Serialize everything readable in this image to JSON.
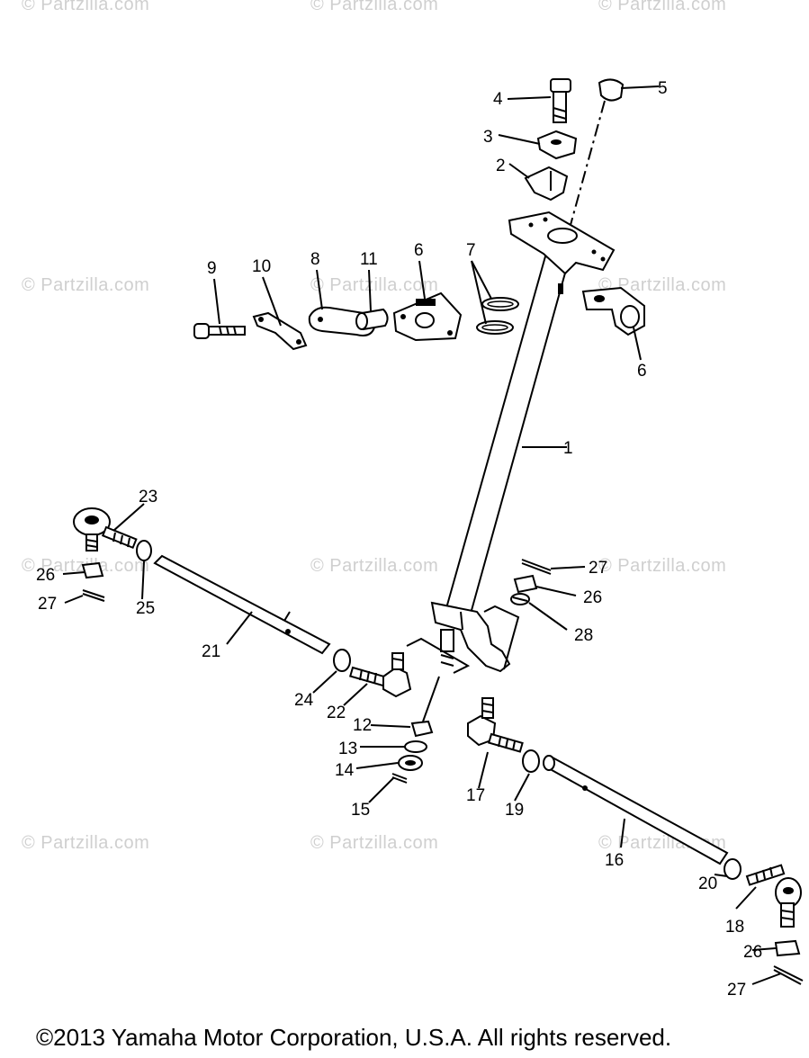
{
  "watermark_text": "© Partzilla.com",
  "copyright": "©2013  Yamaha Motor Corporation, U.S.A. All rights reserved.",
  "callouts": [
    "1",
    "2",
    "3",
    "4",
    "5",
    "6",
    "6",
    "7",
    "8",
    "9",
    "10",
    "11",
    "12",
    "13",
    "14",
    "15",
    "16",
    "17",
    "18",
    "19",
    "20",
    "21",
    "22",
    "23",
    "24",
    "25",
    "26",
    "26",
    "26",
    "27",
    "27",
    "27",
    "28"
  ],
  "colors": {
    "ink": "#000000",
    "watermark": "#cfcfcf",
    "background": "#ffffff"
  }
}
